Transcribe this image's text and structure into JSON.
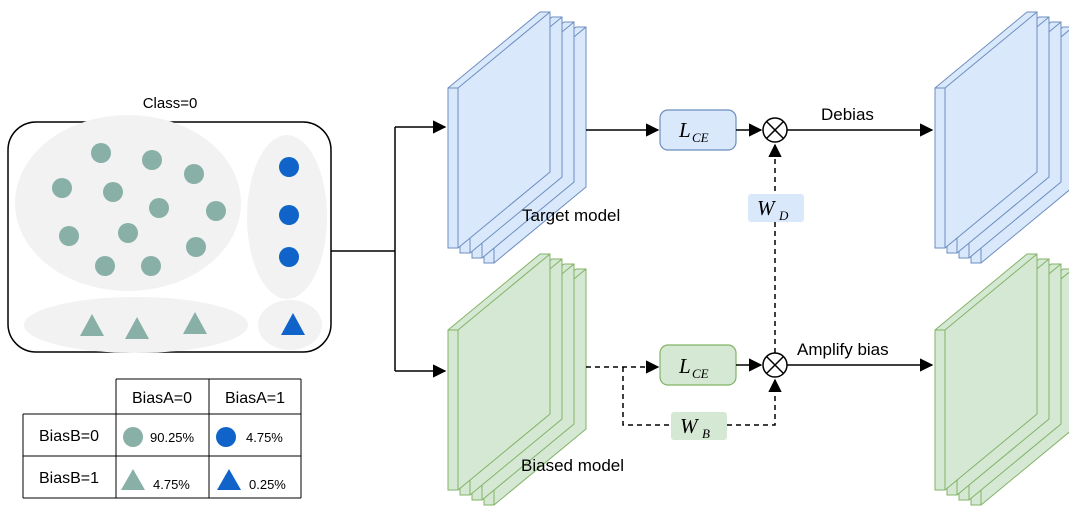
{
  "dataset": {
    "title": "Class=0"
  },
  "models": {
    "target_label": "Target model",
    "biased_label": "Biased model"
  },
  "loss": {
    "top": {
      "main": "L",
      "sub": "CE"
    },
    "bottom": {
      "main": "L",
      "sub": "CE"
    }
  },
  "weights": {
    "debias": {
      "main": "W",
      "sub": "D"
    },
    "bias": {
      "main": "W",
      "sub": "B"
    }
  },
  "outputs": {
    "debias_label": "Debias",
    "amplify_label": "Amplify bias"
  },
  "colors": {
    "blue_fill": "#dae8fc",
    "blue_stroke": "#6c8ebf",
    "green_fill": "#d5e8d4",
    "green_stroke": "#82b366",
    "teal_marker": "#88b0a6",
    "blue_marker": "#0f63c9",
    "cluster_fill": "#f2f2f2"
  },
  "table": {
    "col_headers": [
      "BiasA=0",
      "BiasA=1"
    ],
    "rows": [
      {
        "label": "BiasB=0",
        "cells": [
          {
            "icon": "circle",
            "color": "teal",
            "value": "90.25%"
          },
          {
            "icon": "circle",
            "color": "blue",
            "value": "4.75%"
          }
        ]
      },
      {
        "label": "BiasB=1",
        "cells": [
          {
            "icon": "triangle",
            "color": "teal",
            "value": "4.75%"
          },
          {
            "icon": "triangle",
            "color": "blue",
            "value": "0.25%"
          }
        ]
      }
    ]
  }
}
